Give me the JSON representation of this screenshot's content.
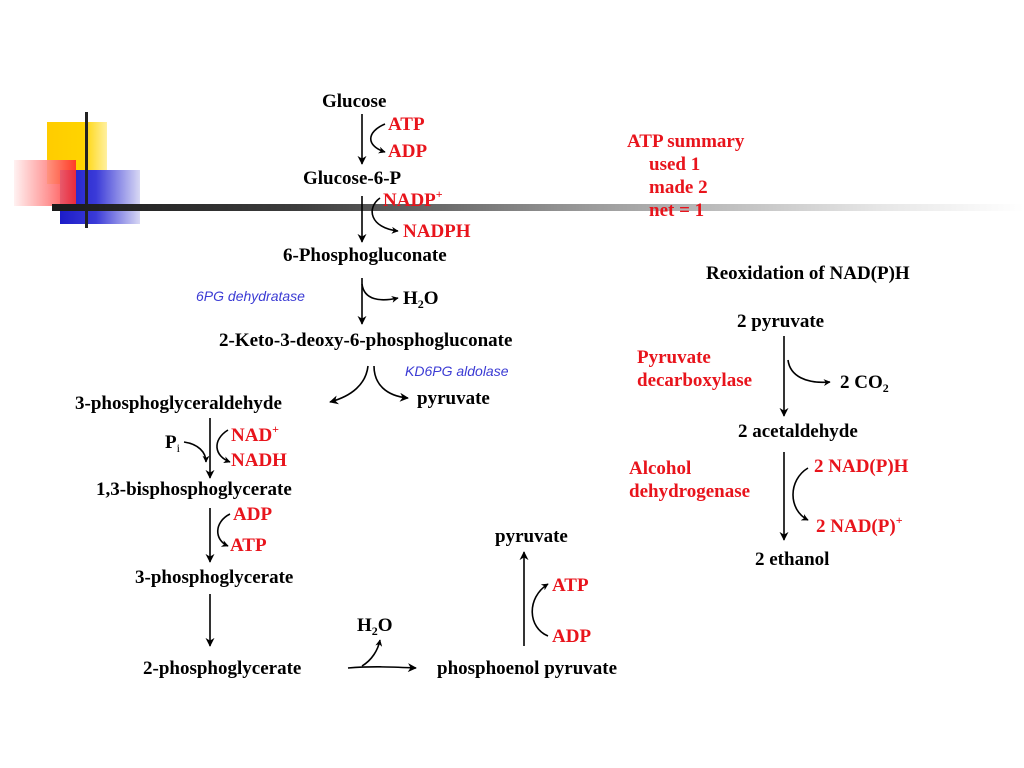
{
  "colors": {
    "black": "#000000",
    "red": "#e8141c",
    "enzyme_blue": "#3b3bd4",
    "deco_yellow": "#ffcc00",
    "deco_red": "#ff3333",
    "deco_blue": "#2222cc"
  },
  "pathway": {
    "glucose": "Glucose",
    "atp1": "ATP",
    "adp1": "ADP",
    "glucose6p": "Glucose-6-P",
    "nadp_plus": {
      "base": "NADP",
      "sup": "+"
    },
    "nadph": "NADPH",
    "phosphogluconate": "6-Phosphogluconate",
    "enzyme_6pg": "6PG dehydratase",
    "water1": {
      "pre": "H",
      "sub": "2",
      "post": "O"
    },
    "kdpg": "2-Keto-3-deoxy-6-phosphogluconate",
    "enzyme_kd6pg": "KD6PG aldolase",
    "g3p": "3-phosphoglyceraldehyde",
    "pyruvate1": "pyruvate",
    "pi": {
      "base": "P",
      "sub": "i"
    },
    "nad_plus": {
      "base": "NAD",
      "sup": "+"
    },
    "nadh": "NADH",
    "bpg": "1,3-bisphosphoglycerate",
    "adp2": "ADP",
    "atp2": "ATP",
    "pg3": "3-phosphoglycerate",
    "pg2": "2-phosphoglycerate",
    "water2": {
      "pre": "H",
      "sub": "2",
      "post": "O"
    },
    "pep": "phosphoenol pyruvate",
    "adp3": "ADP",
    "atp3": "ATP",
    "pyruvate2": "pyruvate"
  },
  "atp_summary": {
    "title": "ATP summary",
    "used": "used 1",
    "made": "made 2",
    "net": "net = 1"
  },
  "reoxidation": {
    "title": "Reoxidation of NAD(P)H",
    "pyruvate": "2 pyruvate",
    "decarboxylase_line1": "Pyruvate",
    "decarboxylase_line2": "decarboxylase",
    "co2": {
      "pre": "2 CO",
      "sub": "2"
    },
    "acetaldehyde": "2 acetaldehyde",
    "adh_line1": "Alcohol",
    "adh_line2": "dehydrogenase",
    "nadph": "2 NAD(P)H",
    "nadp_plus": {
      "base": "2 NAD(P)",
      "sup": "+"
    },
    "ethanol": "2 ethanol"
  }
}
